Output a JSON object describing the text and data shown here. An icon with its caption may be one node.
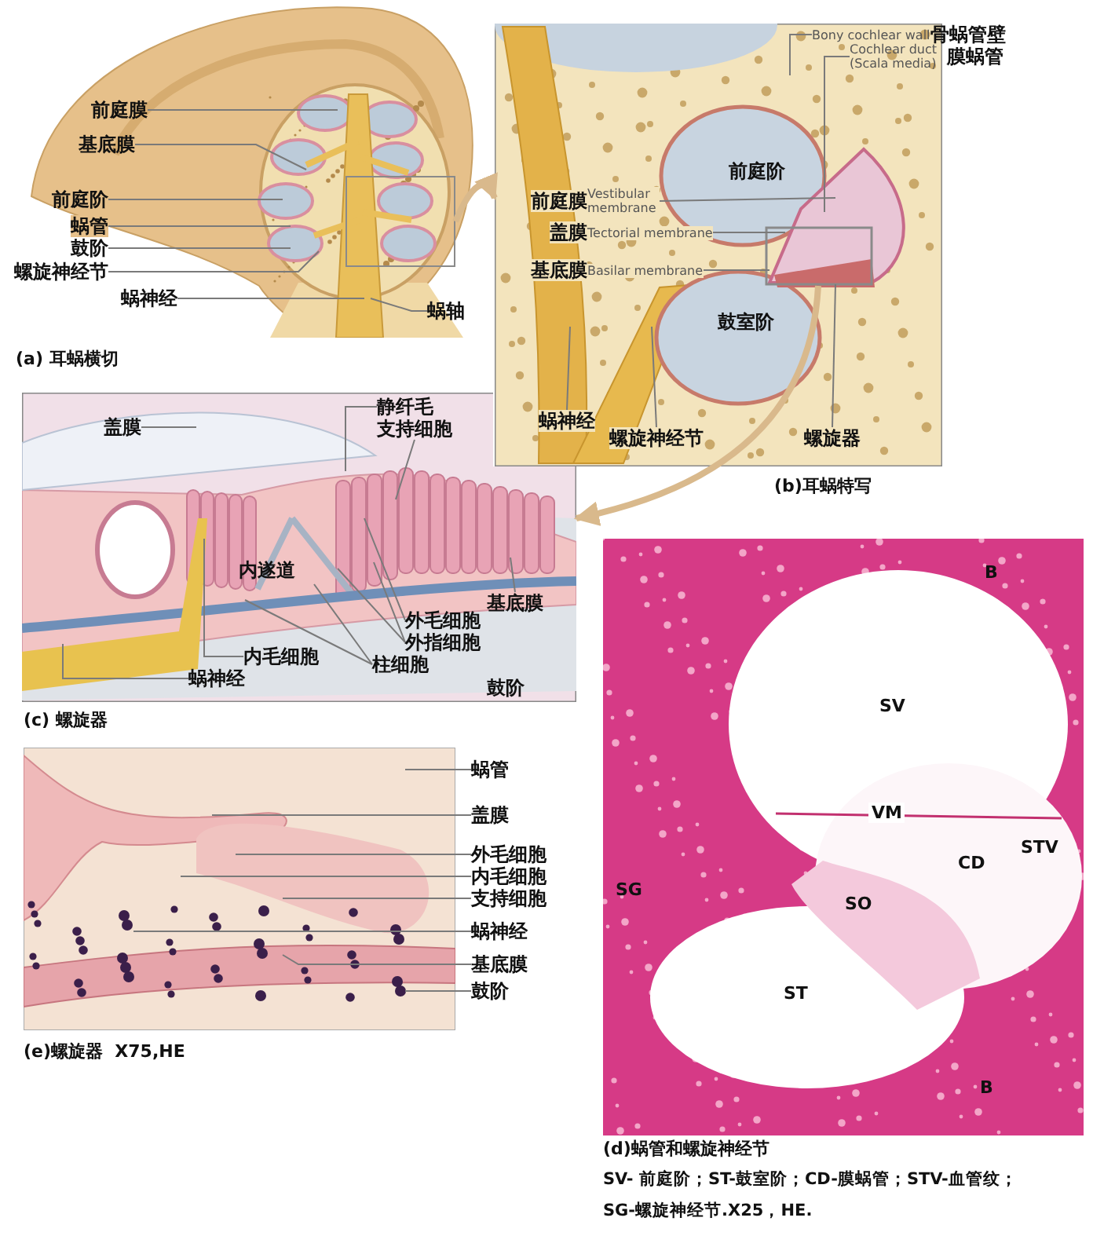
{
  "diagram": {
    "nodes": [
      {
        "text": [],
        "shape": "picture",
        "beside": [
          "(a) 耳蜗横切"
        ]
      },
      {
        "text": [],
        "shape": "box",
        "in": 0
      },
      {
        "text": [
          "前庭膜"
        ],
        "in": 0
      },
      {
        "text": [
          "基底膜"
        ],
        "in": 0
      },
      {
        "text": [
          "前庭阶"
        ],
        "in": 0
      },
      {
        "text": [
          "蜗管"
        ],
        "in": 0
      },
      {
        "text": [
          "鼓阶"
        ],
        "in": 0
      },
      {
        "text": [
          "螺旋神经节"
        ],
        "in": 0
      },
      {
        "text": [
          "蜗神经"
        ],
        "in": 0
      },
      {
        "text": [
          "蜗轴"
        ],
        "in": 0
      },
      {
        "text": [],
        "shape": "picture",
        "beside": [
          "(b)耳蜗特写"
        ]
      },
      {
        "text": [
          "Bony cochlear wall",
          "骨蜗管壁"
        ]
      },
      {
        "text": [
          "Cochlear duct (Scala media)",
          "膜蜗管"
        ]
      },
      {
        "text": [
          "前庭膜",
          "Vestibular membrane"
        ],
        "in": 10
      },
      {
        "text": [
          "盖膜",
          "Tectorial membrane"
        ],
        "in": 10
      },
      {
        "text": [
          "基底膜",
          "Basilar membrane"
        ],
        "in": 10
      },
      {
        "text": [
          "蜗神经"
        ],
        "in": 10
      },
      {
        "text": [
          "螺旋神经节"
        ],
        "in": 10
      },
      {
        "text": [
          "螺旋器"
        ],
        "in": 10
      },
      {
        "text": [],
        "shape": "picture",
        "beside": [
          "(c) 螺旋器"
        ]
      },
      {
        "text": [
          "盖膜"
        ],
        "in": 19
      },
      {
        "text": [
          "静纤毛"
        ],
        "in": 19
      },
      {
        "text": [
          "支持细胞"
        ],
        "in": 19
      },
      {
        "text": [
          "基底膜"
        ],
        "in": 19
      },
      {
        "text": [
          "外毛细胞"
        ],
        "in": 19
      },
      {
        "text": [
          "外指细胞"
        ],
        "in": 19
      },
      {
        "text": [
          "内毛细胞"
        ],
        "in": 19
      },
      {
        "text": [
          "柱细胞"
        ],
        "in": 19
      },
      {
        "text": [
          "蜗神经"
        ],
        "in": 19
      },
      {
        "text": [],
        "shape": "picture",
        "beside": [
          "(e)螺旋器  X75,HE"
        ]
      },
      {
        "text": [
          "蜗管"
        ]
      },
      {
        "text": [
          "盖膜"
        ]
      },
      {
        "text": [
          "外毛细胞"
        ]
      },
      {
        "text": [
          "内毛细胞"
        ]
      },
      {
        "text": [
          "支持细胞"
        ]
      },
      {
        "text": [
          "蜗神经"
        ]
      },
      {
        "text": [
          "基底膜"
        ]
      },
      {
        "text": [
          "鼓阶"
        ]
      },
      {
        "text": [],
        "shape": "picture",
        "beside": [
          "(d)蜗管和螺旋神经节"
        ]
      }
    ],
    "edges": [
      {
        "from": 1,
        "to": 10,
        "arrow": "to",
        "style": "thick",
        "color": "#d9b98c"
      },
      {
        "from": null,
        "to": 19,
        "arrow": "to",
        "style": "thick",
        "color": "#d9b98c"
      },
      {
        "from": 2,
        "to": null,
        "arrow": "none"
      },
      {
        "from": 3,
        "to": null,
        "arrow": "none"
      },
      {
        "from": 4,
        "to": null,
        "arrow": "none"
      },
      {
        "from": 5,
        "to": null,
        "arrow": "none"
      },
      {
        "from": 6,
        "to": null,
        "arrow": "none"
      },
      {
        "from": 7,
        "to": null,
        "arrow": "none"
      },
      {
        "from": 8,
        "to": null,
        "arrow": "none"
      },
      {
        "from": 9,
        "to": null,
        "arrow": "none"
      },
      {
        "from": 11,
        "to": 10,
        "arrow": "none"
      },
      {
        "from": 12,
        "to": null,
        "arrow": "none"
      },
      {
        "from": 13,
        "to": null,
        "arrow": "none"
      },
      {
        "from": 14,
        "to": null,
        "arrow": "none"
      },
      {
        "from": 15,
        "to": null,
        "arrow": "none"
      },
      {
        "from": 16,
        "to": null,
        "arrow": "none"
      },
      {
        "from": 17,
        "to": null,
        "arrow": "none"
      },
      {
        "from": 18,
        "to": null,
        "arrow": "none"
      },
      {
        "from": 20,
        "to": null,
        "arrow": "none"
      },
      {
        "from": 21,
        "to": null,
        "arrow": "none"
      },
      {
        "from": 22,
        "to": null,
        "arrow": "none"
      },
      {
        "from": 23,
        "to": null,
        "arrow": "none"
      },
      {
        "from": 24,
        "to": null,
        "arrow": "none"
      },
      {
        "from": 25,
        "to": null,
        "arrow": "none"
      },
      {
        "from": 25,
        "to": null,
        "arrow": "none"
      },
      {
        "from": 26,
        "to": null,
        "arrow": "none"
      },
      {
        "from": 27,
        "to": null,
        "arrow": "none"
      },
      {
        "from": 27,
        "to": null,
        "arrow": "none"
      },
      {
        "from": 28,
        "to": null,
        "arrow": "none"
      },
      {
        "from": 30,
        "to": 29,
        "arrow": "none"
      },
      {
        "from": 31,
        "to": 29,
        "arrow": "none"
      },
      {
        "from": 32,
        "to": 29,
        "arrow": "none"
      },
      {
        "from": 33,
        "to": 29,
        "arrow": "none"
      },
      {
        "from": 34,
        "to": 29,
        "arrow": "none"
      },
      {
        "from": 35,
        "to": 29,
        "arrow": "none"
      },
      {
        "from": 36,
        "to": 29,
        "arrow": "none"
      },
      {
        "from": 37,
        "to": 29,
        "arrow": "none"
      }
    ],
    "labels": [
      "前庭阶",
      "鼓室阶",
      "内遂道",
      "鼓阶",
      "B",
      "SV",
      "VM",
      "CD",
      "STV",
      "SG",
      "SO",
      "ST",
      "B",
      "SV- 前庭阶；ST-鼓室阶；CD-膜蜗管；STV-血管纹；",
      "SG-螺旋神经节.X25，HE."
    ]
  }
}
